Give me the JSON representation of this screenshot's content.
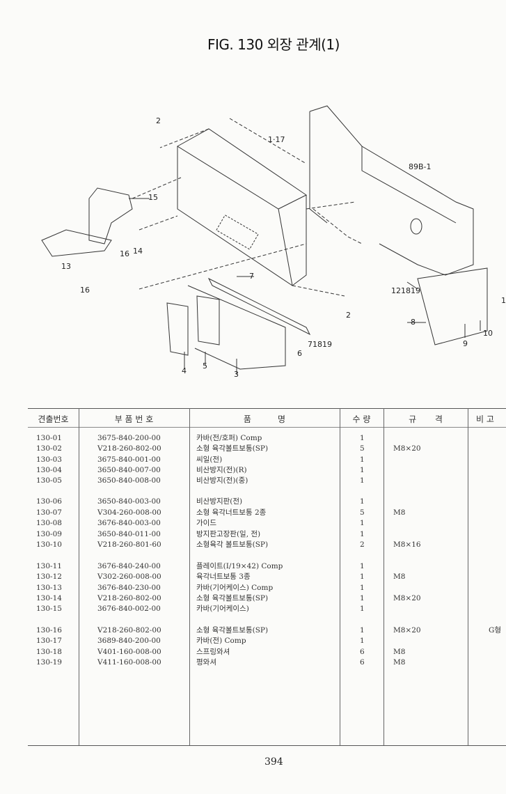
{
  "title": "FIG. 130 외장 관계(1)",
  "diagram_labels": {
    "l2a": "2",
    "l117": "1·17",
    "l89b": "89B-1",
    "l15": "15",
    "l13": "13",
    "l16a": "16",
    "l14": "14",
    "l16b": "16",
    "l7": "7",
    "l2b": "2",
    "l121819": "121819",
    "l8": "8",
    "l9": "9",
    "l10": "10",
    "l1": "1",
    "l71819": "71819",
    "l6": "6",
    "l4": "4",
    "l5": "5",
    "l3": "3"
  },
  "table": {
    "headers": [
      "견출번호",
      "부 품 번 호",
      "품          명",
      "수 량",
      "규       격",
      "비 고"
    ],
    "rows": [
      [
        "130-01",
        "3675-840-200-00",
        "카바(전/호퍼) Comp",
        "1",
        "",
        " "
      ],
      [
        "130-02",
        "V218-260-802-00",
        "소형 육각볼트보통(SP)",
        "5",
        "M8×20",
        ""
      ],
      [
        "130-03",
        "3675-840-001-00",
        "씨일(전)",
        "1",
        "",
        ""
      ],
      [
        "130-04",
        "3650-840-007-00",
        "비산방지(전)(R)",
        "1",
        "",
        ""
      ],
      [
        "130-05",
        "3650-840-008-00",
        "비산방지(전)(중)",
        "1",
        "",
        ""
      ],
      [
        "130-06",
        "3650-840-003-00",
        "비산방지판(전)",
        "1",
        "",
        ""
      ],
      [
        "130-07",
        "V304-260-008-00",
        "소형 육각너트보통 2종",
        "5",
        "M8",
        ""
      ],
      [
        "130-08",
        "3676-840-003-00",
        "가이드",
        "1",
        "",
        ""
      ],
      [
        "130-09",
        "3650-840-011-00",
        "방지판고장판(일, 전)",
        "1",
        "",
        ""
      ],
      [
        "130-10",
        "V218-260-801-60",
        "소형육각 볼트보통(SP)",
        "2",
        "M8×16",
        ""
      ],
      [
        "130-11",
        "3676-840-240-00",
        "플레이트(I/19×42) Comp",
        "1",
        "",
        ""
      ],
      [
        "130-12",
        "V302-260-008-00",
        "육각너트보통 3종",
        "1",
        "M8",
        ""
      ],
      [
        "130-13",
        "3676-840-230-00",
        "카바(기어케이스) Comp",
        "1",
        "",
        ""
      ],
      [
        "130-14",
        "V218-260-802-00",
        "소형 육각볼트보통(SP)",
        "1",
        "M8×20",
        ""
      ],
      [
        "130-15",
        "3676-840-002-00",
        "카바(기어케이스)",
        "1",
        "",
        ""
      ],
      [
        "130-16",
        "V218-260-802-00",
        "소형 육각볼트보통(SP)",
        "1",
        "M8×20",
        "G형"
      ],
      [
        "130-17",
        "3689-840-200-00",
        "카바(전) Comp",
        "1",
        "",
        ""
      ],
      [
        "130-18",
        "V401-160-008-00",
        "스프링와셔",
        "6",
        "M8",
        ""
      ],
      [
        "130-19",
        "V411-160-008-00",
        "평와셔",
        "6",
        "M8",
        ""
      ]
    ]
  },
  "page_number": "394"
}
